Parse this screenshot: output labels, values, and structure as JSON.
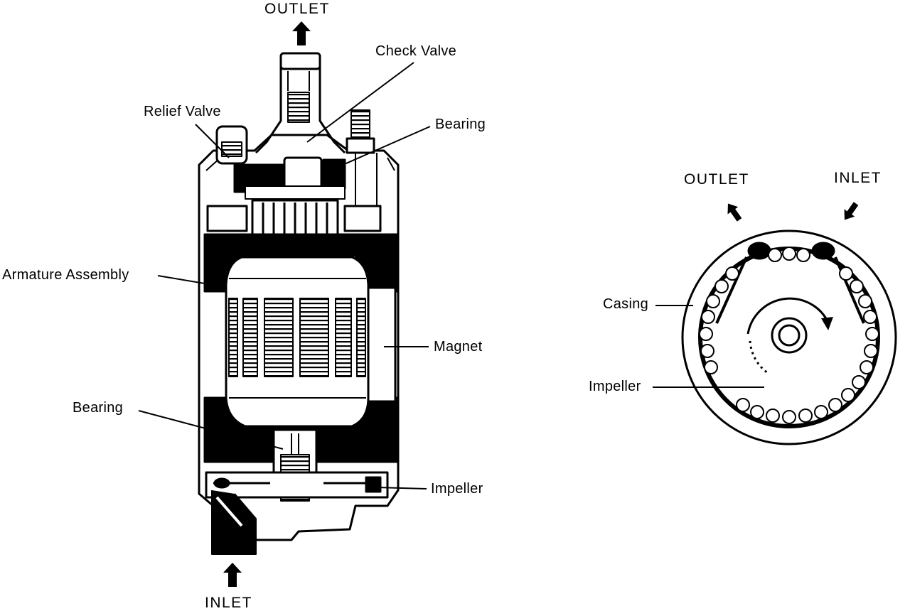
{
  "pump_section": {
    "outlet_label": "OUTLET",
    "inlet_label": "INLET",
    "labels": {
      "check_valve": "Check Valve",
      "relief_valve": "Relief Valve",
      "bearing_top": "Bearing",
      "armature_assembly": "Armature Assembly",
      "magnet": "Magnet",
      "bearing_bottom": "Bearing",
      "impeller": "Impeller"
    }
  },
  "impeller_view": {
    "outlet_label": "OUTLET",
    "inlet_label": "INLET",
    "labels": {
      "casing": "Casing",
      "impeller": "Impeller"
    }
  },
  "colors": {
    "ink": "#000000",
    "paper": "#ffffff"
  }
}
